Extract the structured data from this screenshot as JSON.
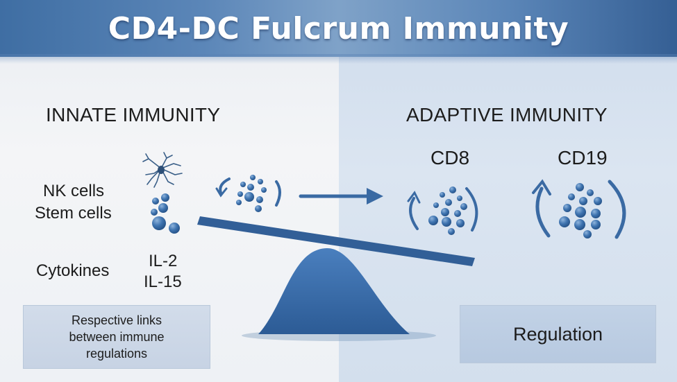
{
  "title": "CD4-DC Fulcrum Immunity",
  "left": {
    "heading": "INNATE IMMUNITY",
    "cells_line1": "NK cells",
    "cells_line2": "Stem cells",
    "cytokines_label": "Cytokines",
    "cytokine_1": "IL-2",
    "cytokine_2": "IL-15",
    "box_text": "Respective links between immune regulations"
  },
  "right": {
    "heading": "ADAPTIVE IMMUNITY",
    "cd8_label": "CD8",
    "cd19_label": "CD19",
    "box_text": "Regulation"
  },
  "colors": {
    "accent_blue": "#2f5f96",
    "cell_blue": "#3f74b0",
    "header_blue": "#4a78ad"
  },
  "icons": [
    "dendritic-cell-icon",
    "cell-cluster-icon",
    "seesaw-fulcrum-icon",
    "cycle-arrow-icon",
    "right-arrow-icon"
  ]
}
